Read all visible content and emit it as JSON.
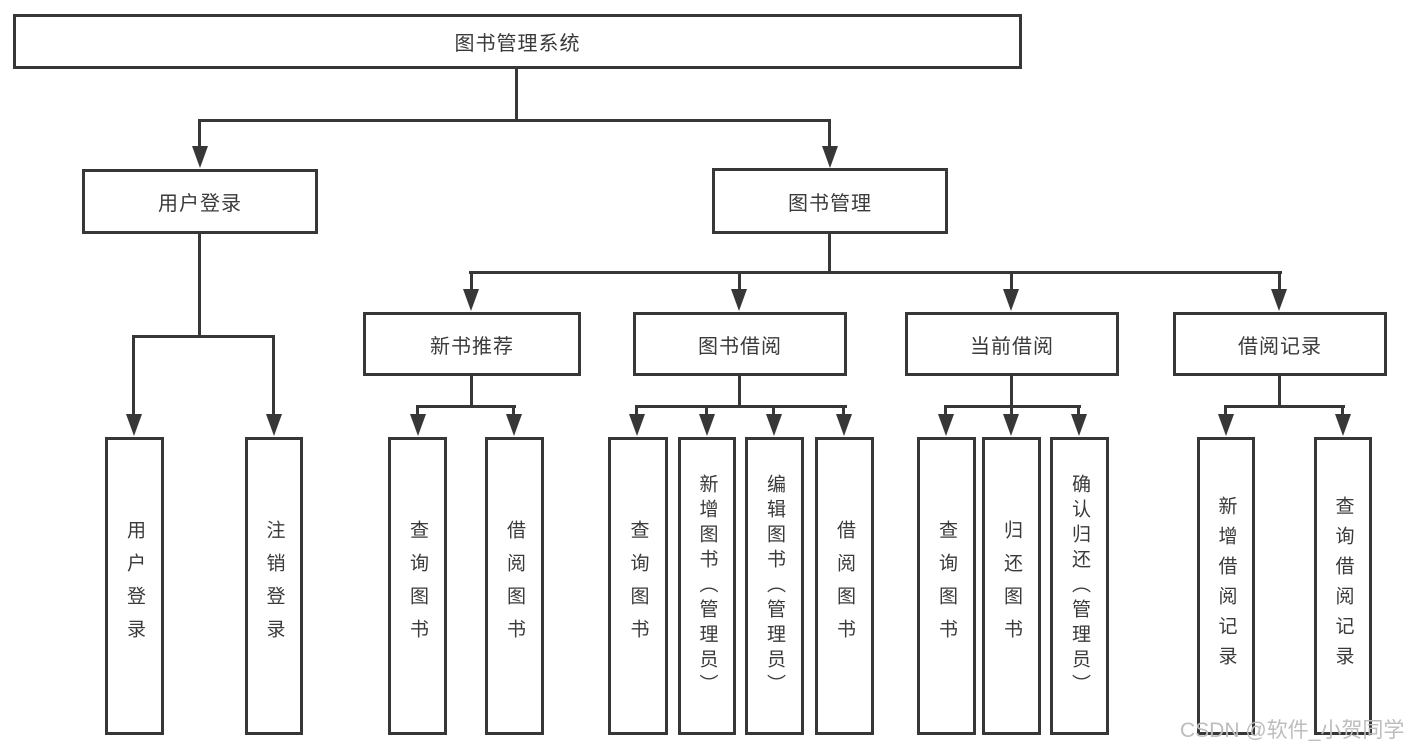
{
  "diagram": {
    "root": {
      "label": "图书管理系统"
    },
    "level2": {
      "user_login": {
        "label": "用户登录"
      },
      "book_management": {
        "label": "图书管理"
      }
    },
    "level3": {
      "new_book_recommendation": {
        "label": "新书推荐"
      },
      "book_borrowing": {
        "label": "图书借阅"
      },
      "current_borrowing": {
        "label": "当前借阅"
      },
      "borrowing_records": {
        "label": "借阅记录"
      }
    },
    "leaves": {
      "user_login": {
        "label": "用户登录"
      },
      "logout": {
        "label": "注销登录"
      },
      "nb_query_books": {
        "label": "查询图书"
      },
      "nb_borrow_books": {
        "label": "借阅图书"
      },
      "bb_query_books": {
        "label": "查询图书"
      },
      "bb_add_books_admin": {
        "label": "新增图书（管理员）"
      },
      "bb_edit_books_admin": {
        "label": "编辑图书（管理员）"
      },
      "bb_borrow_books": {
        "label": "借阅图书"
      },
      "cb_query_books": {
        "label": "查询图书"
      },
      "cb_return_books": {
        "label": "归还图书"
      },
      "cb_confirm_return_admin": {
        "label": "确认归还（管理员）"
      },
      "br_add_record": {
        "label": "新增借阅记录"
      },
      "br_query_record": {
        "label": "查询借阅记录"
      }
    }
  },
  "watermark": {
    "text": "CSDN @软件_小贺同学"
  },
  "colors": {
    "line": "#373737",
    "text": "#3a3a3a",
    "watermark": "#bdbdbd",
    "background": "#ffffff"
  }
}
